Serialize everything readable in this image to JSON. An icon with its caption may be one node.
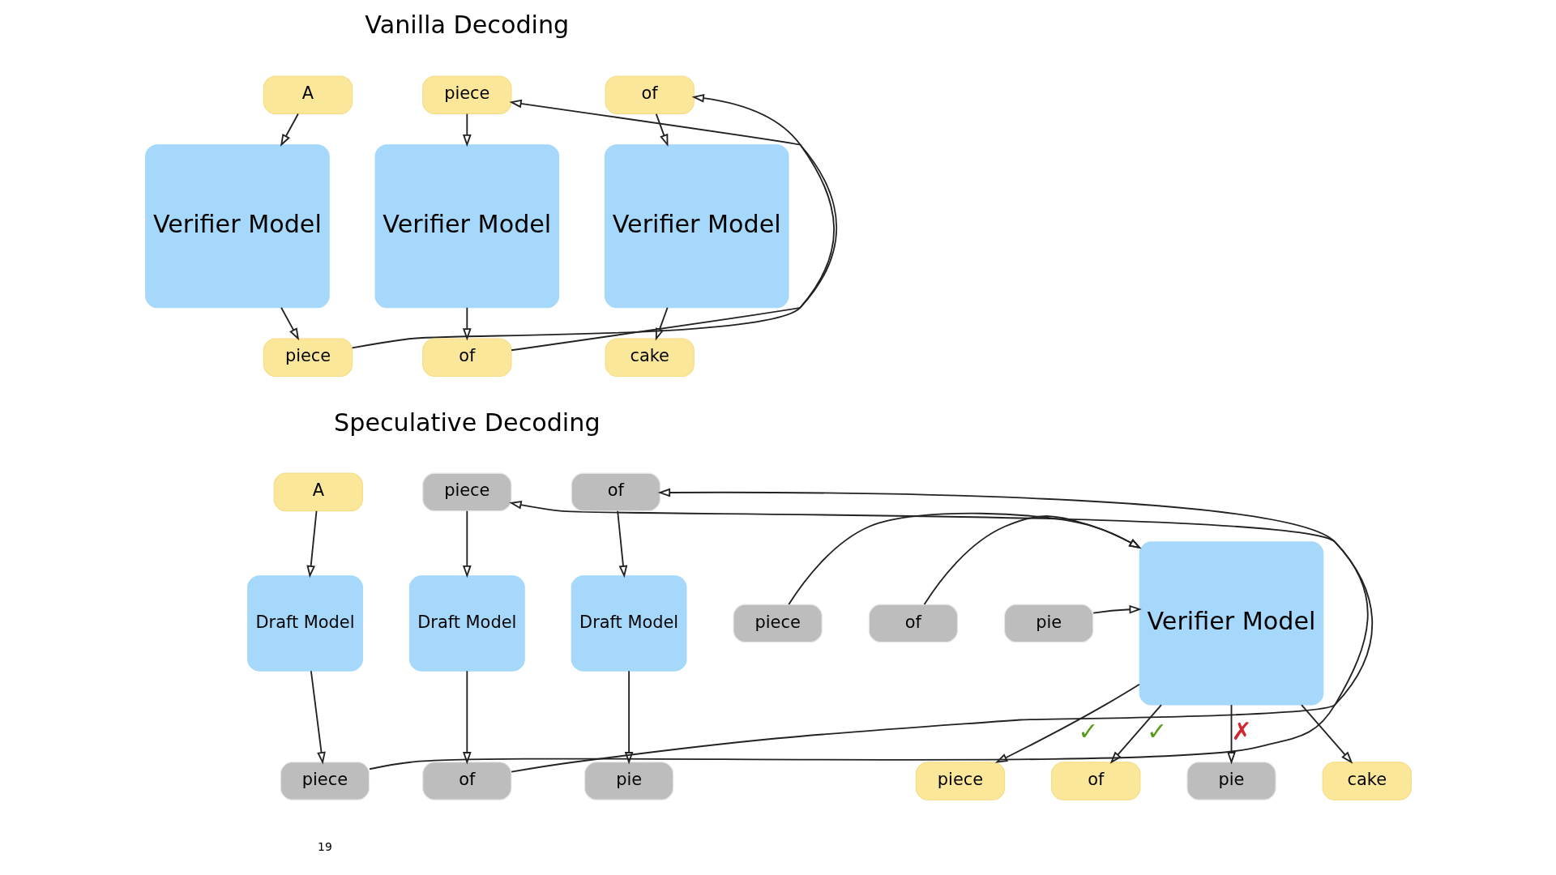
{
  "diagram": {
    "nodes": [
      {
        "text": [
          "A"
        ]
      },
      {
        "text": [
          "Verifier Model"
        ]
      },
      {
        "text": [
          "piece"
        ]
      },
      {
        "text": [
          "piece"
        ]
      },
      {
        "text": [
          "Verifier Model"
        ]
      },
      {
        "text": [
          "of"
        ]
      },
      {
        "text": [
          "of"
        ]
      },
      {
        "text": [
          "Verifier Model"
        ]
      },
      {
        "text": [
          "cake"
        ]
      },
      {
        "text": [
          "A"
        ]
      },
      {
        "text": [
          "Draft Model"
        ]
      },
      {
        "text": [
          "piece"
        ]
      },
      {
        "text": [
          "piece"
        ]
      },
      {
        "text": [
          "Draft Model"
        ]
      },
      {
        "text": [
          "of"
        ]
      },
      {
        "text": [
          "of"
        ]
      },
      {
        "text": [
          "Draft Model"
        ]
      },
      {
        "text": [
          "pie"
        ]
      },
      {
        "text": [
          "piece"
        ]
      },
      {
        "text": [
          "of"
        ]
      },
      {
        "text": [
          "pie"
        ]
      },
      {
        "text": [
          "Verifier Model"
        ]
      },
      {
        "text": [
          "piece"
        ]
      },
      {
        "text": [
          "of"
        ]
      },
      {
        "text": [
          "pie"
        ]
      },
      {
        "text": [
          "cake"
        ]
      }
    ],
    "edges": [
      {
        "from": 0,
        "to": 1,
        "arrow": "to"
      },
      {
        "from": 1,
        "to": 2,
        "arrow": "to"
      },
      {
        "from": 2,
        "to": 3,
        "arrow": "to"
      },
      {
        "from": 3,
        "to": 4,
        "arrow": "to"
      },
      {
        "from": 4,
        "to": 5,
        "arrow": "to"
      },
      {
        "from": 5,
        "to": 6,
        "arrow": "to"
      },
      {
        "from": 6,
        "to": 7,
        "arrow": "to"
      },
      {
        "from": 7,
        "to": 8,
        "arrow": "to"
      },
      {
        "from": 9,
        "to": 10,
        "arrow": "to"
      },
      {
        "from": 10,
        "to": 11,
        "arrow": "to"
      },
      {
        "from": 11,
        "to": 12,
        "arrow": "to"
      },
      {
        "from": 12,
        "to": 13,
        "arrow": "to"
      },
      {
        "from": 13,
        "to": 14,
        "arrow": "to"
      },
      {
        "from": 14,
        "to": 15,
        "arrow": "to"
      },
      {
        "from": 15,
        "to": 16,
        "arrow": "to"
      },
      {
        "from": 16,
        "to": 17,
        "arrow": "to"
      },
      {
        "from": 18,
        "to": 21,
        "arrow": "to"
      },
      {
        "from": 19,
        "to": 21,
        "arrow": "to"
      },
      {
        "from": 20,
        "to": 21,
        "arrow": "to"
      },
      {
        "from": 21,
        "to": 22,
        "arrow": "to",
        "label": "✓"
      },
      {
        "from": 21,
        "to": 23,
        "arrow": "to",
        "label": "✓"
      },
      {
        "from": 21,
        "to": 24,
        "arrow": "to",
        "label": "✗"
      },
      {
        "from": 21,
        "to": 25,
        "arrow": "to"
      }
    ],
    "labels": [
      "Vanilla Decoding",
      "Speculative Decoding",
      "19"
    ]
  }
}
